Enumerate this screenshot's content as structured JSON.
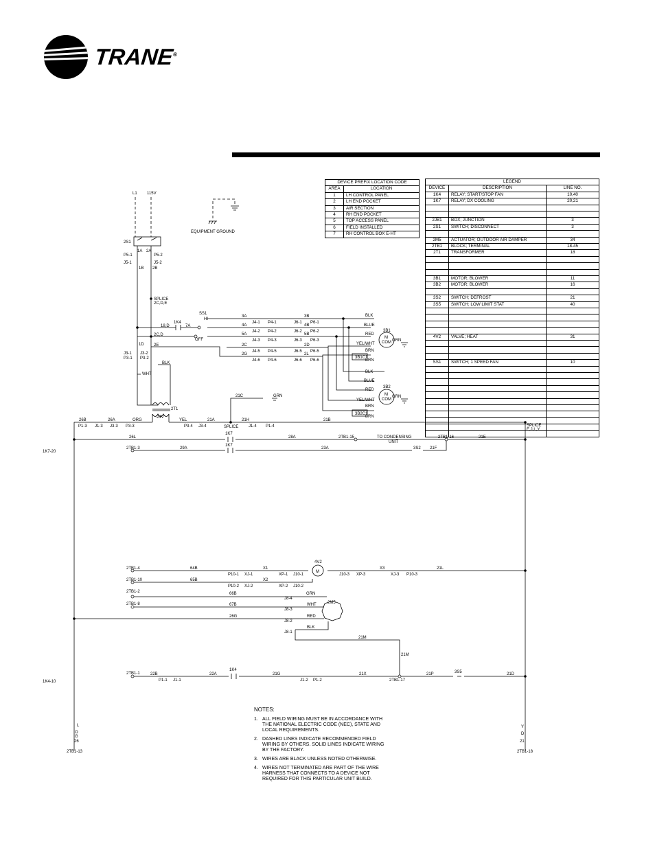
{
  "brand": {
    "name": "TRANE",
    "reg": "®"
  },
  "prefix_table": {
    "title": "DEVICE PREFIX LOCATION CODE",
    "headers": [
      "AREA",
      "LOCATION"
    ],
    "rows": [
      [
        "1",
        "LH CONTROL PANEL"
      ],
      [
        "2",
        "LH END POCKET"
      ],
      [
        "3",
        "AIR SECTION"
      ],
      [
        "4",
        "RH END POCKET"
      ],
      [
        "5",
        "TOP ACCESS PANEL"
      ],
      [
        "6",
        "FIELD INSTALLED"
      ],
      [
        "7",
        "RH CONTROL BOX E-HT"
      ]
    ]
  },
  "legend_table": {
    "title": "LEGEND",
    "headers": [
      "DEVICE",
      "DESCRIPTION",
      "LINE NO."
    ],
    "rows": [
      [
        "1K4",
        "RELAY; START/STOP FAN",
        "10,40"
      ],
      [
        "1K7",
        "RELAY; DX COOLING",
        "20,21"
      ],
      [
        "",
        "",
        ""
      ],
      [
        "",
        "",
        ""
      ],
      [
        "2JB1",
        "BOX; JUNCTION",
        "3"
      ],
      [
        "2S1",
        "SWITCH; DISCONNECT",
        "3"
      ],
      [
        "",
        "",
        ""
      ],
      [
        "2M5",
        "ACTUATOR; OUTDOOR AIR DAMPER",
        "34"
      ],
      [
        "2TB1",
        "BLOCK; TERMINAL",
        "18-45"
      ],
      [
        "2T1",
        "TRANSFORMER",
        "18"
      ],
      [
        "",
        "",
        ""
      ],
      [
        "",
        "",
        ""
      ],
      [
        "",
        "",
        ""
      ],
      [
        "3B1",
        "MOTOR; BLOWER",
        "11"
      ],
      [
        "3B2",
        "MOTOR; BLOWER",
        "16"
      ],
      [
        "",
        "",
        ""
      ],
      [
        "3S2",
        "SWITCH; DEFROST",
        "21"
      ],
      [
        "3S5",
        "SWITCH; LOW LIMIT STAT",
        "40"
      ],
      [
        "",
        "",
        ""
      ],
      [
        "",
        "",
        ""
      ],
      [
        "",
        "",
        ""
      ],
      [
        "",
        "",
        ""
      ],
      [
        "4V2",
        "VALVE; HEAT",
        "31"
      ],
      [
        "",
        "",
        ""
      ],
      [
        "",
        "",
        ""
      ],
      [
        "",
        "",
        ""
      ],
      [
        "SS1",
        "SWITCH; 1 SPEED FAN",
        "10"
      ],
      [
        "",
        "",
        ""
      ],
      [
        "",
        "",
        ""
      ],
      [
        "",
        "",
        ""
      ],
      [
        "",
        "",
        ""
      ],
      [
        "",
        "",
        ""
      ],
      [
        "",
        "",
        ""
      ],
      [
        "",
        "",
        ""
      ],
      [
        "",
        "",
        ""
      ],
      [
        "",
        "",
        ""
      ],
      [
        "",
        "",
        ""
      ],
      [
        "",
        "",
        ""
      ]
    ]
  },
  "schematic": {
    "power": {
      "l1": "L1",
      "v115": "115V",
      "equipment_ground": "EQUIPMENT GROUND"
    },
    "disconnect": {
      "dev": "2S1",
      "t1a": "1A",
      "t2a": "2A",
      "p51": "P5-1",
      "j51": "J5-1",
      "p52": "P5-2",
      "j52": "J5-2",
      "w1b": "1B",
      "w2b": "2B"
    },
    "splice_top": {
      "label": "SPLICE",
      "sub": "2C,D,E"
    },
    "fan_switch": {
      "dev": "SS1",
      "pos_hi": "HI",
      "pos_off": "OFF",
      "w1d": "1D",
      "w2d": "2C,D",
      "w2e": "2E",
      "w18": "18,D",
      "w7a": "7A",
      "relay": "1K4"
    },
    "left_conn": {
      "j31": "J3-1",
      "p31": "P3-1",
      "j32": "J3-2",
      "p32": "P3-2",
      "blk": "BLK",
      "wht": "WHT"
    },
    "transformer": {
      "dev": "2T1",
      "volt": "24V"
    },
    "blower_wires": [
      {
        "w": "3A",
        "j": "J4-1",
        "p": "P4-1",
        "w2": "3B",
        "j6": "J6-1",
        "p6": "P6-1"
      },
      {
        "w": "4A",
        "j": "J4-2",
        "p": "P4-2",
        "w2": "4B",
        "j6": "J6-2",
        "p6": "P6-2"
      },
      {
        "w": "5A",
        "j": "J4-3",
        "p": "P4-3",
        "w2": "5B",
        "j6": "J6-3",
        "p6": "P6-3"
      },
      {
        "w": "2C",
        "j": "J4-5",
        "p": "P4-5",
        "w2": "2D",
        "j6": "J6-5",
        "p6": "P6-5"
      },
      {
        "w": "2G",
        "j": "J4-6",
        "p": "P4-6",
        "w2": "2L",
        "j6": "J6-6",
        "p6": "P6-6"
      }
    ],
    "motor_labels": {
      "m": "M",
      "com": "COM",
      "blk": "BLK",
      "blue": "BLUE",
      "red": "RED",
      "yelwht": "YEL/WHT",
      "brn": "BRN",
      "grn": "GRN",
      "m1": "3B1",
      "m2": "3B2",
      "cap1": "3B1C1",
      "cap2": "3B2C1"
    },
    "bus24": {
      "w26b": "26B",
      "p13": "P1-3",
      "j13": "J1-3",
      "w26a": "26A",
      "j33": "J3-3",
      "p33": "P3-3",
      "org": "ORG",
      "yel": "YEL",
      "p34": "P3-4",
      "j34": "J3-4",
      "w21a": "21A",
      "w21h": "21H",
      "j14": "J1-4",
      "p14": "P1-4",
      "w21b": "21B",
      "w21c": "21C",
      "grn": "GRN",
      "splice": "SPLICE",
      "splice_r": "SPLICE",
      "splice_r_sub": "E,J,L,Y"
    },
    "cool_rung": {
      "w26l": "26L",
      "k7": "1K7",
      "w28a": "28A",
      "tb15": "2TB1-15",
      "cond": "TO CONDENSING",
      "cond2": "UNIT",
      "tb16": "2TB1-16",
      "w21e": "21E"
    },
    "def_rung": {
      "tb3": "2TB1-3",
      "w29a": "29A",
      "k7": "1K7",
      "w23a": "23A",
      "s2": "3S2",
      "w21f": "21F",
      "ref": "1K7-20"
    },
    "heat_rungs": {
      "tb4": "2TB1-4",
      "w64b": "64B",
      "p101": "P10-1",
      "xj1": "XJ-1",
      "x1": "X1",
      "xp1": "XP-1",
      "j101": "J10-1",
      "j103": "J10-3",
      "xp3": "XP-3",
      "x3": "X3",
      "xj3": "XJ-3",
      "p103": "P10-3",
      "w21l": "21L",
      "tb10": "2TB1-10",
      "w65b": "65B",
      "p102": "P10-2",
      "xj2": "XJ-2",
      "x2": "X2",
      "xp2": "XP-2",
      "j102": "J10-2",
      "v2": "4V2",
      "m": "M"
    },
    "damper_rungs": {
      "tb2": "2TB1-2",
      "w66b": "66B",
      "grn": "GRN",
      "j84": "J8-4",
      "tb8": "2TB1-8",
      "w67b": "67B",
      "j83": "J8-3",
      "wht": "WHT",
      "w26g": "26G",
      "red": "RED",
      "j82": "J8-2",
      "blk": "BLK",
      "j81": "J8-1",
      "m5": "2M5",
      "w21m": "21M",
      "w21m2": "21M"
    },
    "fan_rung": {
      "tb1": "2TB1-1",
      "w22b": "22B",
      "p11": "P1-1",
      "j11": "J1-1",
      "w22a": "22A",
      "k4": "1K4",
      "w21g": "21G",
      "j12": "J1-2",
      "p12": "P1-2",
      "w21x": "21X",
      "tb17": "2TB1-17",
      "w21p": "21P",
      "s5": "3S5",
      "w21d": "21D",
      "ref": "1K4-10"
    },
    "bottom": {
      "l": "L",
      "o": "O",
      "g": "G",
      "n26": "26",
      "tb13": "2TB1-13",
      "y": "Y",
      "d": "D",
      "n21": "21",
      "tb18": "2TB1-18"
    }
  },
  "notes": {
    "title": "NOTES:",
    "items": [
      "ALL FIELD WIRING MUST BE IN ACCORDANCE WITH THE NATIONAL ELECTRIC CODE (NEC), STATE AND LOCAL REQUIREMENTS.",
      "DASHED LINES INDICATE RECOMMENDED FIELD WIRING BY OTHERS. SOLID LINES INDICATE WIRING BY THE FACTORY.",
      "WIRES ARE BLACK UNLESS NOTED OTHERWISE.",
      "WIRES NOT TERMINATED ARE PART OF THE WIRE HARNESS THAT CONNECTS TO A DEVICE NOT REQUIRED FOR THIS PARTICULAR UNIT BUILD."
    ]
  }
}
